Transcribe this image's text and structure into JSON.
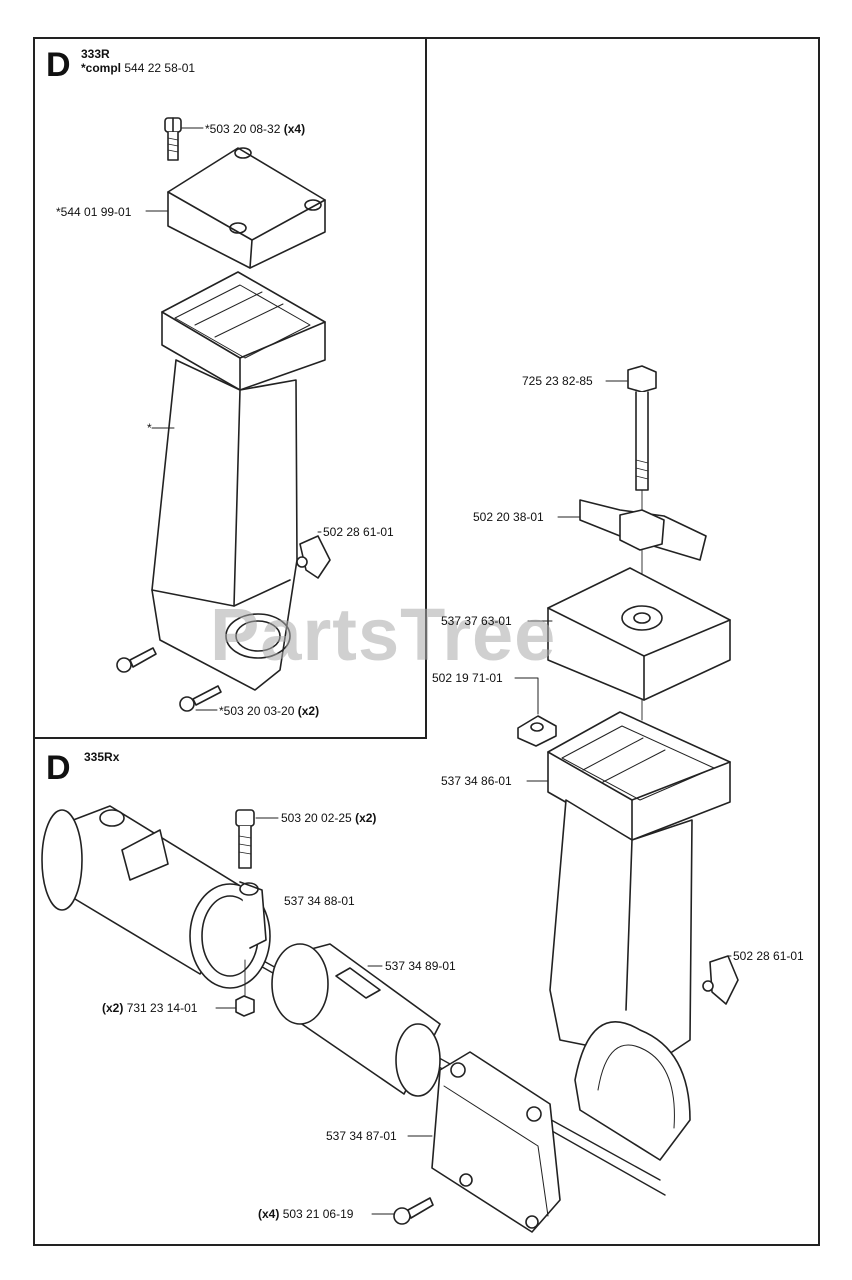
{
  "watermark": "PartsTree",
  "section_top": {
    "letter": "D",
    "model": "333R",
    "compl_prefix": "*compl",
    "compl_number": "544 22 58-01",
    "labels": {
      "screw_top": "*503 20 08-32",
      "screw_top_qty": "(x4)",
      "cover": "*544 01 99-01",
      "asterisk": "*",
      "clip": "502 28 61-01",
      "screw_bottom": "*503 20 03-20",
      "screw_bottom_qty": "(x2)"
    }
  },
  "section_right": {
    "labels": {
      "bolt": "725 23 82-85",
      "wing_nut": "502 20 38-01",
      "cap": "537 37 63-01",
      "square_nut": "502 19 71-01",
      "bracket": "537 34 86-01",
      "clip": "502 28 61-01"
    }
  },
  "section_bottom": {
    "letter": "D",
    "model": "335Rx",
    "labels": {
      "screw": "503 20 02-25",
      "screw_qty": "(x2)",
      "clamp": "537 34 88-01",
      "sleeve": "537 34 89-01",
      "nut_qty": "(x2)",
      "nut": "731 23 14-01",
      "clamp_lower": "537 34 87-01",
      "screw_lower_qty": "(x4)",
      "screw_lower": "503 21 06-19"
    }
  }
}
